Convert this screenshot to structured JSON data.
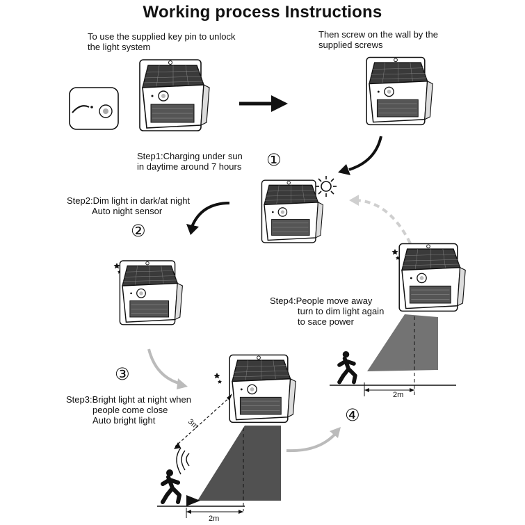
{
  "title": "Working process Instructions",
  "captions": {
    "unlock": [
      "To use the supplied key pin to unlock",
      "the light system"
    ],
    "mount": [
      "Then screw on the wall by the",
      "supplied screws"
    ],
    "step1": [
      "Step1:Charging under sun",
      "in daytime around 7 hours"
    ],
    "step2": [
      "Step2:Dim light in dark/at night",
      "Auto night sensor"
    ],
    "step3": [
      "Step3:Bright light at night when",
      "people come close",
      "Auto bright light"
    ],
    "step4": [
      "Step4:People move away",
      "turn to dim light again",
      "to sace power"
    ]
  },
  "step_numbers": [
    "①",
    "②",
    "③",
    "④"
  ],
  "distances": {
    "detect": "3m",
    "ground_left": "2m",
    "ground_right": "2m"
  },
  "icons": [
    "sun-icon",
    "moon-stars-icon",
    "running-person-icon",
    "sensor-waves-icon",
    "arrow-icon"
  ],
  "colors": {
    "ink": "#111111",
    "light_beam": "#2a2a2a",
    "gray_arrow": "#bbbbbb"
  }
}
